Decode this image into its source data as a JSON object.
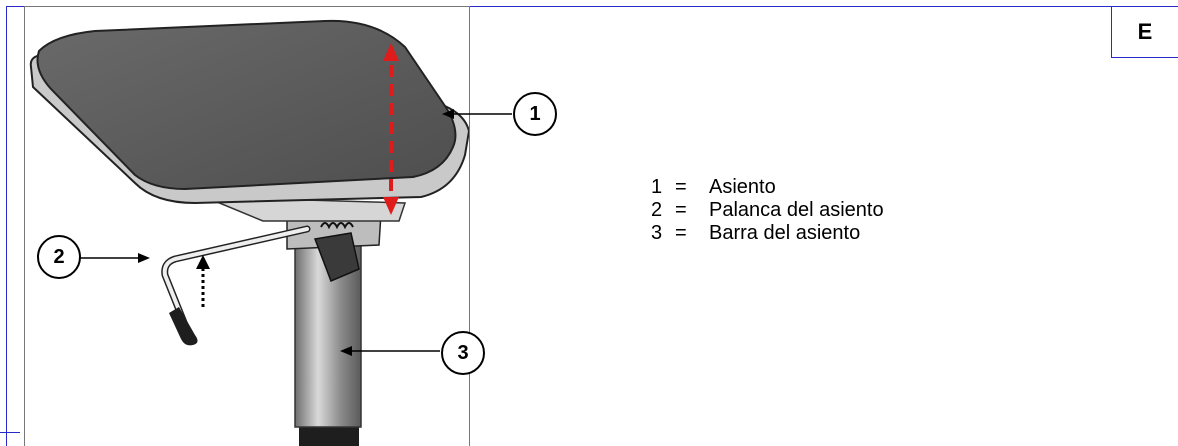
{
  "badge": {
    "language_code": "E"
  },
  "callouts": [
    "1",
    "2",
    "3"
  ],
  "legend": {
    "items": [
      {
        "number": "1",
        "sep": "=",
        "label": "Asiento"
      },
      {
        "number": "2",
        "sep": "=",
        "label": "Palanca del asiento"
      },
      {
        "number": "3",
        "sep": "=",
        "label": "Barra del asiento"
      }
    ]
  },
  "colors": {
    "frame": "#2a2acc",
    "arrow_adjust": "#e01b1b",
    "seat_cushion": "#5e5e5e",
    "seat_shell": "#c9c9c9",
    "post": "#9a9a9a"
  }
}
